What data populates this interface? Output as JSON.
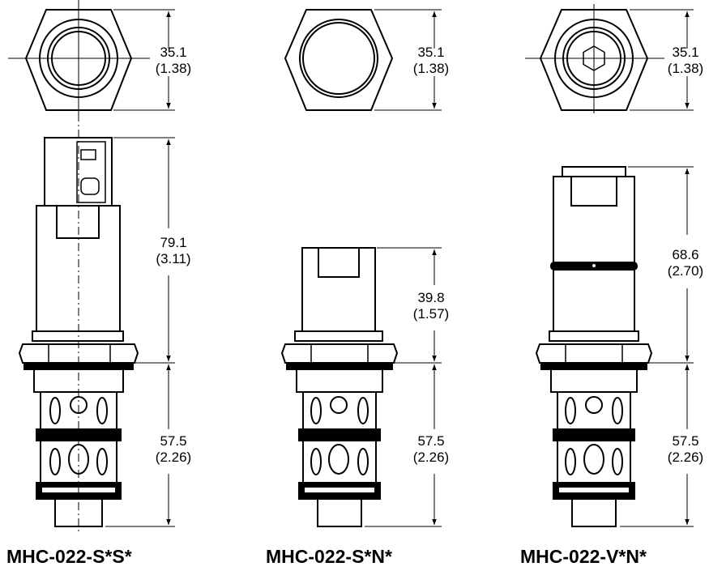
{
  "views": [
    {
      "name": "MHC-022-S*S*",
      "hex_width_mm": "35.1",
      "hex_width_in": "(1.38)",
      "upper_length_mm": "79.1",
      "upper_length_in": "(3.11)",
      "lower_length_mm": "57.5",
      "lower_length_in": "(2.26)"
    },
    {
      "name": "MHC-022-S*N*",
      "hex_width_mm": "35.1",
      "hex_width_in": "(1.38)",
      "upper_length_mm": "39.8",
      "upper_length_in": "(1.57)",
      "lower_length_mm": "57.5",
      "lower_length_in": "(2.26)"
    },
    {
      "name": "MHC-022-V*N*",
      "hex_width_mm": "35.1",
      "hex_width_in": "(1.38)",
      "upper_length_mm": "68.6",
      "upper_length_in": "(2.70)",
      "lower_length_mm": "57.5",
      "lower_length_in": "(2.26)"
    }
  ],
  "colors": {
    "line": "#000000",
    "background": "#ffffff"
  }
}
